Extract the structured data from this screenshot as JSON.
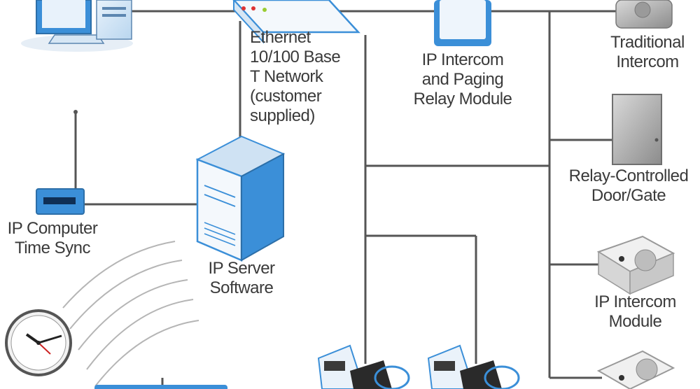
{
  "nodes": {
    "ethernet": {
      "lines": [
        "Ethernet",
        "10/100 Base",
        "T Network",
        "(customer",
        "supplied)"
      ]
    },
    "relay_module": {
      "lines": [
        "IP Intercom",
        "and Paging",
        "Relay Module"
      ]
    },
    "traditional_intercom": {
      "lines": [
        "Traditional",
        "Intercom"
      ]
    },
    "door_gate": {
      "lines": [
        "Relay-Controlled",
        "Door/Gate"
      ]
    },
    "time_sync": {
      "lines": [
        "IP Computer",
        "Time Sync"
      ]
    },
    "server": {
      "lines": [
        "IP Server",
        "Software"
      ]
    },
    "intercom_module": {
      "lines": [
        "IP Intercom",
        "Module"
      ]
    }
  },
  "colors": {
    "line": "#555555",
    "device_blue": "#3b8fd8",
    "device_light": "#dceaf6",
    "device_gray": "#bfbfbf",
    "text": "#3a3a3a"
  }
}
